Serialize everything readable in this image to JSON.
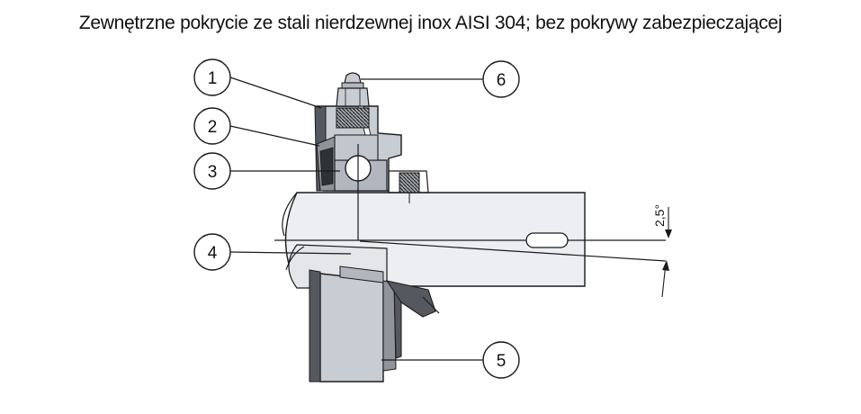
{
  "title": "Zewnętrzne pokrycie ze stali nierdzewnej inox AISI 304; bez pokrywy zabezpieczającej",
  "callouts": {
    "c1": "1",
    "c2": "2",
    "c3": "3",
    "c4": "4",
    "c5": "5",
    "c6": "6"
  },
  "angle_label": "2,5°",
  "colors": {
    "housing": "#c8ccd3",
    "shaft": "#eceef1",
    "dark_part": "#55595f",
    "outline": "#1a1a1a"
  }
}
